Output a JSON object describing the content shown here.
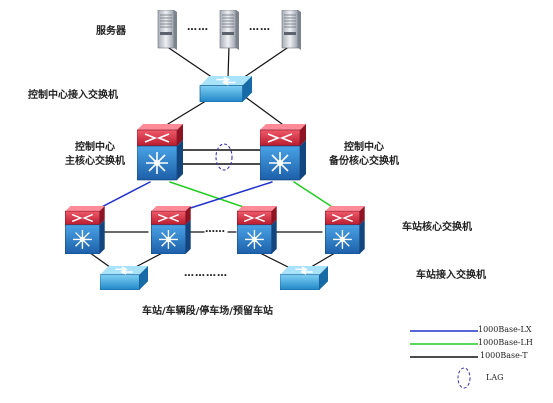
{
  "labels": {
    "servers": "服务器",
    "access_control": "控制中心接入交换机",
    "main_core": [
      "控制中心",
      "主核心交换机"
    ],
    "backup_core": [
      "控制中心",
      "备份核心交换机"
    ],
    "station_core": "车站核心交换机",
    "station_access": "车站接入交换机",
    "stations": "车站/车辆段/停车场/预留车站",
    "ellipsis_servers": "……",
    "ellipsis_core": "……",
    "ellipsis_access": "…………"
  },
  "legend": [
    {
      "label": "1000Base-LX",
      "color": "#2233cc",
      "kind": "line"
    },
    {
      "label": "1000Base-LH",
      "color": "#22cc22",
      "kind": "line"
    },
    {
      "label": "1000Base-T",
      "color": "#111111",
      "kind": "line"
    },
    {
      "label": "LAG",
      "color": "#3b35a8",
      "kind": "ellipse"
    }
  ],
  "colors": {
    "switch_red": "#d42a3c",
    "switch_blue": "#2b7fc7",
    "access_blue": "#35a4dc",
    "server_gray": "#c8ccd4"
  }
}
